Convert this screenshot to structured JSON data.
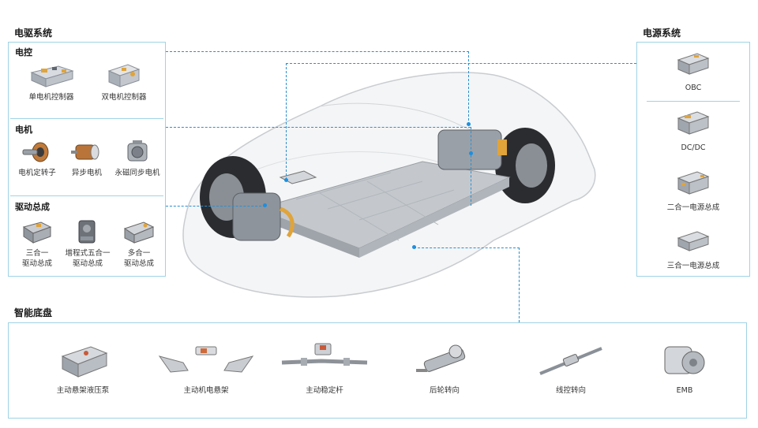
{
  "electric_drive": {
    "title": "电驱系统",
    "controller": {
      "title": "电控",
      "items": [
        {
          "label": "单电机控制器",
          "icon": "single-motor-controller-icon"
        },
        {
          "label": "双电机控制器",
          "icon": "dual-motor-controller-icon"
        }
      ]
    },
    "motor": {
      "title": "电机",
      "items": [
        {
          "label": "电机定转子",
          "icon": "motor-stator-rotor-icon"
        },
        {
          "label": "异步电机",
          "icon": "async-motor-icon"
        },
        {
          "label": "永磁同步电机",
          "icon": "pm-sync-motor-icon"
        }
      ]
    },
    "assembly": {
      "title": "驱动总成",
      "items": [
        {
          "line1": "三合一",
          "line2": "驱动总成",
          "icon": "three-in-one-drive-icon"
        },
        {
          "line1": "增程式五合一",
          "line2": "驱动总成",
          "icon": "range-extender-five-in-one-icon"
        },
        {
          "line1": "多合一",
          "line2": "驱动总成",
          "icon": "multi-in-one-drive-icon"
        }
      ]
    }
  },
  "power_supply": {
    "title": "电源系统",
    "items": [
      {
        "label": "OBC",
        "icon": "obc-icon"
      },
      {
        "label": "DC/DC",
        "icon": "dcdc-icon"
      },
      {
        "label": "二合一电源总成",
        "icon": "two-in-one-power-icon"
      },
      {
        "label": "三合一电源总成",
        "icon": "three-in-one-power-icon"
      }
    ]
  },
  "chassis": {
    "title": "智能底盘",
    "items": [
      {
        "label": "主动悬架液压泵",
        "icon": "suspension-pump-icon"
      },
      {
        "label": "主动机电悬架",
        "icon": "electromech-suspension-icon"
      },
      {
        "label": "主动稳定杆",
        "icon": "stabilizer-bar-icon"
      },
      {
        "label": "后轮转向",
        "icon": "rear-steering-icon"
      },
      {
        "label": "线控转向",
        "icon": "steer-by-wire-icon"
      },
      {
        "label": "EMB",
        "icon": "emb-icon"
      }
    ]
  },
  "colors": {
    "accent": "#2b8fd0",
    "border": "#9fd3e6"
  }
}
